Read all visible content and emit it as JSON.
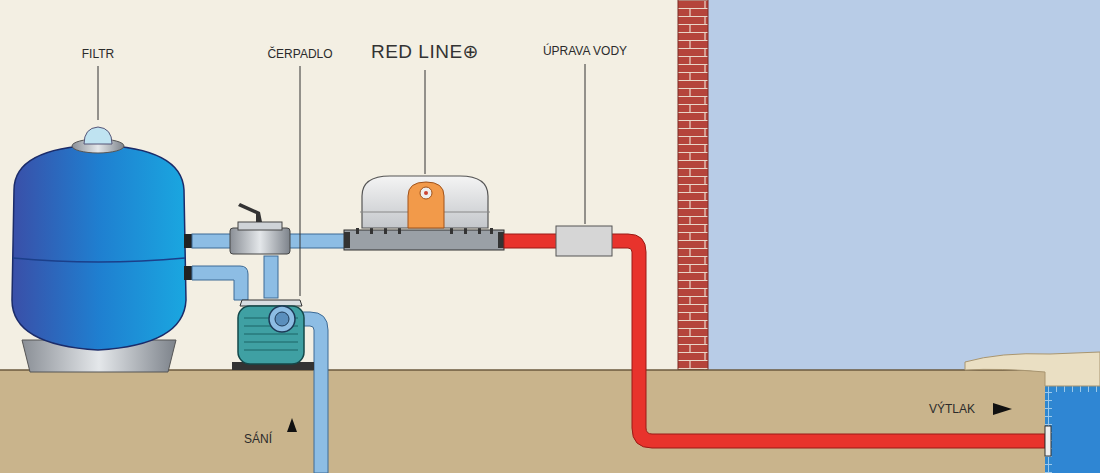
{
  "diagram": {
    "labels": [
      "FILTR",
      "ČERPADLO",
      "RED LINE⊕",
      "ÚPRAVA VODY",
      "SÁNÍ",
      "VÝTLAK"
    ]
  }
}
